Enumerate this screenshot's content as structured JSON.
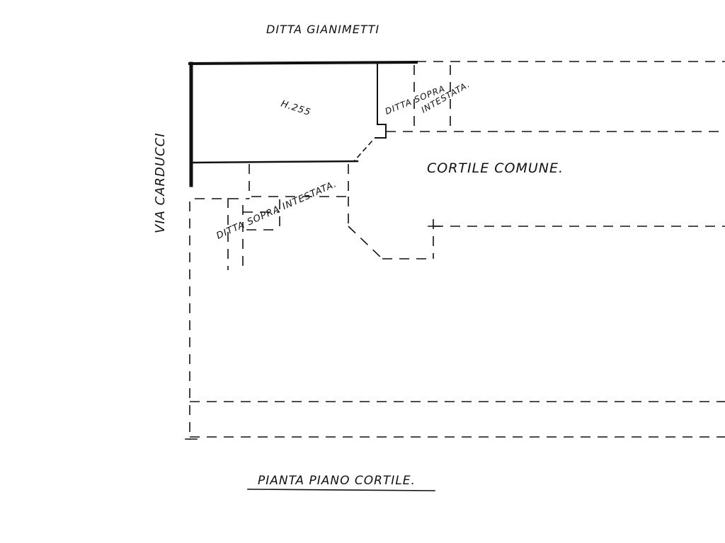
{
  "labels": {
    "neighbor_top": "DITTA GIANIMETTI",
    "street": "VIA CARDUCCI",
    "room_height": "H.255",
    "neighbor_upper": "DITTA SOPRA INTESTATA.",
    "neighbor_lower": "DITTA SOPRA INTESTATA.",
    "courtyard": "CORTILE COMUNE.",
    "plan_title": "PIANTA PIANO CORTILE."
  }
}
